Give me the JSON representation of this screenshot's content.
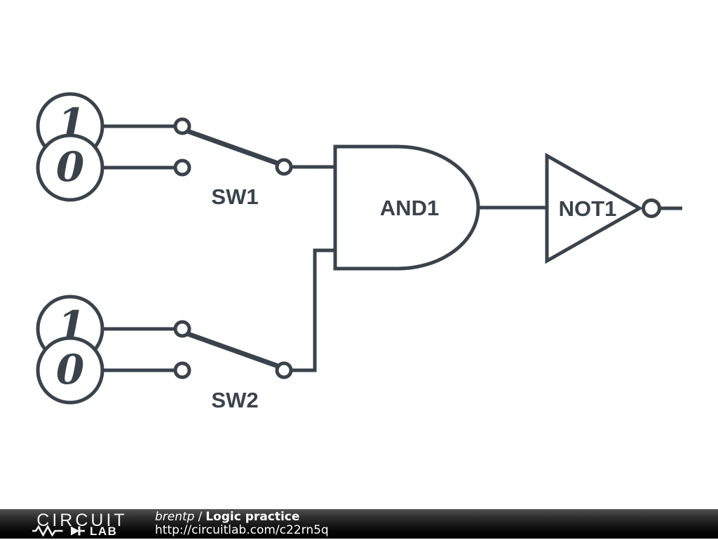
{
  "colors": {
    "schematic_stroke": "#3a434c",
    "canvas_background": "#ffffff",
    "footer_background": "#000000",
    "footer_text": "#ffffff"
  },
  "components": {
    "sw1": {
      "label": "SW1",
      "source_high": "1",
      "source_low": "0"
    },
    "sw2": {
      "label": "SW2",
      "source_high": "1",
      "source_low": "0"
    },
    "and1": {
      "label": "AND1"
    },
    "not1": {
      "label": "NOT1"
    }
  },
  "footer": {
    "logo_line1": "CIRCUIT",
    "logo_line2": "LAB",
    "author": "brentp",
    "separator": "/",
    "project_title": "Logic practice",
    "share_url": "http://circuitlab.com/c22rn5q"
  }
}
